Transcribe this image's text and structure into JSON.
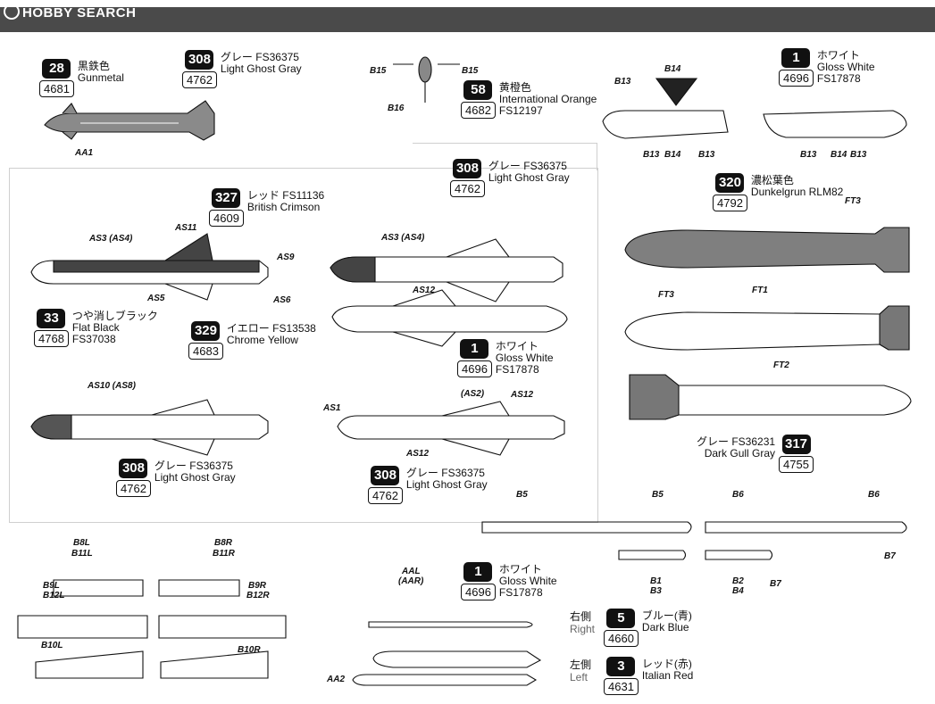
{
  "header": {
    "logo_text": "HOBBY SEARCH"
  },
  "callouts": [
    {
      "id": "c28",
      "num": "28",
      "sub": "4681",
      "line1": "黒鉄色",
      "line2": "Gunmetal",
      "line3": ""
    },
    {
      "id": "c308a",
      "num": "308",
      "sub": "4762",
      "line1": "グレー FS36375",
      "line2": "Light Ghost Gray",
      "line3": ""
    },
    {
      "id": "c58",
      "num": "58",
      "sub": "4682",
      "line1": "黄橙色",
      "line2": "International Orange",
      "line3": "FS12197"
    },
    {
      "id": "c1a",
      "num": "1",
      "sub": "4696",
      "line1": "ホワイト",
      "line2": "Gloss White",
      "line3": "FS17878"
    },
    {
      "id": "c308b",
      "num": "308",
      "sub": "4762",
      "line1": "グレー FS36375",
      "line2": "Light Ghost Gray",
      "line3": ""
    },
    {
      "id": "c327",
      "num": "327",
      "sub": "4609",
      "line1": "レッド FS11136",
      "line2": "British Crimson",
      "line3": ""
    },
    {
      "id": "c320",
      "num": "320",
      "sub": "4792",
      "line1": "濃松葉色",
      "line2": "Dunkelgrun RLM82",
      "line3": ""
    },
    {
      "id": "c33",
      "num": "33",
      "sub": "4768",
      "line1": "つや消しブラック",
      "line2": "Flat Black",
      "line3": "FS37038"
    },
    {
      "id": "c329",
      "num": "329",
      "sub": "4683",
      "line1": "イエロー FS13538",
      "line2": "Chrome Yellow",
      "line3": ""
    },
    {
      "id": "c1b",
      "num": "1",
      "sub": "4696",
      "line1": "ホワイト",
      "line2": "Gloss White",
      "line3": "FS17878"
    },
    {
      "id": "c308c",
      "num": "308",
      "sub": "4762",
      "line1": "グレー FS36375",
      "line2": "Light Ghost Gray",
      "line3": ""
    },
    {
      "id": "c308d",
      "num": "308",
      "sub": "4762",
      "line1": "グレー FS36375",
      "line2": "Light Ghost Gray",
      "line3": ""
    },
    {
      "id": "c317",
      "num": "317",
      "sub": "4755",
      "line1": "グレー FS36231",
      "line2": "Dark Gull Gray",
      "line3": ""
    },
    {
      "id": "c1c",
      "num": "1",
      "sub": "4696",
      "line1": "ホワイト",
      "line2": "Gloss White",
      "line3": "FS17878"
    },
    {
      "id": "c5",
      "num": "5",
      "sub": "4660",
      "line1": "ブルー(青)",
      "line2": "Dark Blue",
      "line3": ""
    },
    {
      "id": "c3",
      "num": "3",
      "sub": "4631",
      "line1": "レッド(赤)",
      "line2": "Italian Red",
      "line3": ""
    }
  ],
  "sides": {
    "right_jp": "右側",
    "right_en": "Right",
    "left_jp": "左側",
    "left_en": "Left"
  },
  "labels": [
    "AA1",
    "B15",
    "B15",
    "B16",
    "B13",
    "B14",
    "B13",
    "B14",
    "B13",
    "B13",
    "B14",
    "B13",
    "AS11",
    "AS3 (AS4)",
    "AS9",
    "AS5",
    "AS6",
    "AS3 (AS4)",
    "AS12",
    "FT3",
    "FT3",
    "FT1",
    "FT2",
    "AS10 (AS8)",
    "AS1",
    "(AS2)",
    "AS12",
    "AS12",
    "B8L",
    "B11L",
    "B8R",
    "B11R",
    "B9L",
    "B12L",
    "B9R",
    "B12R",
    "B10L",
    "B10R",
    "AAL",
    "(AAR)",
    "AA2",
    "B5",
    "B5",
    "B6",
    "B6",
    "B7",
    "B1",
    "B3",
    "B2",
    "B4",
    "B7"
  ]
}
